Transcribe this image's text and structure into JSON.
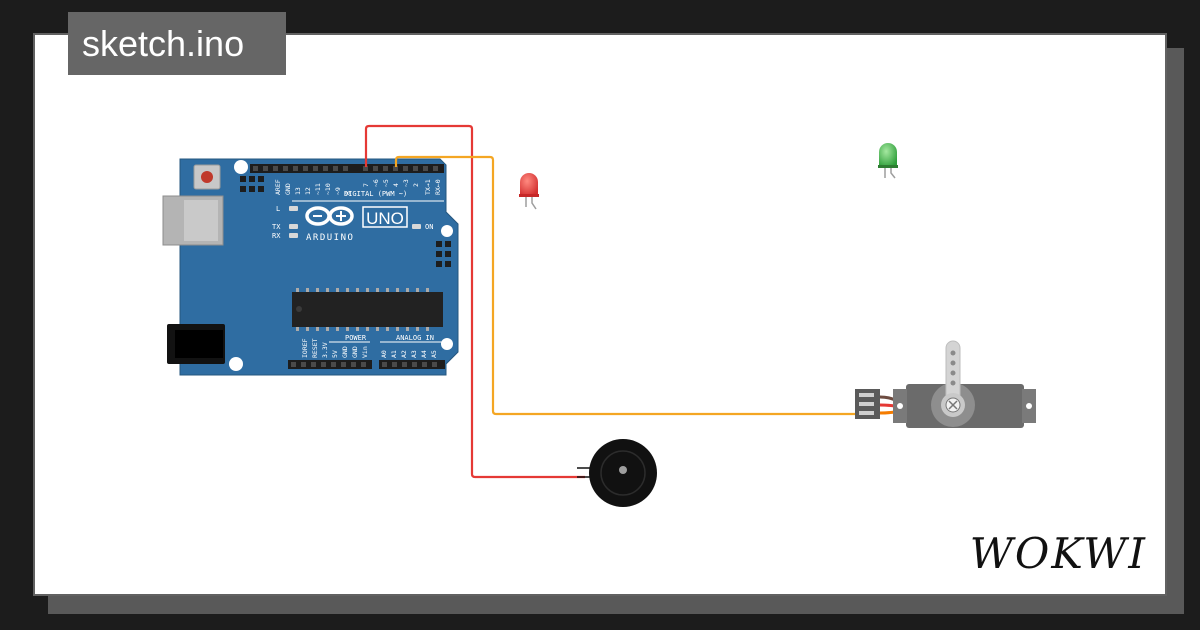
{
  "project": {
    "title": "sketch.ino"
  },
  "brand": {
    "logo_text": "WOKWI"
  },
  "board": {
    "model_label": "UNO",
    "brand_label": "ARDUINO",
    "digital_header_label": "DIGITAL (PWM ~)",
    "power_header_label": "POWER",
    "analog_header_label": "ANALOG IN",
    "led_l_label": "L",
    "led_tx_label": "TX",
    "led_rx_label": "RX",
    "led_on_label": "ON",
    "digital_pins": [
      "AREF",
      "GND",
      "13",
      "12",
      "~11",
      "~10",
      "~9",
      "8",
      "7",
      "~6",
      "~5",
      "4",
      "~3",
      "2",
      "TX→1",
      "RX←0"
    ],
    "power_pins": [
      "IOREF",
      "RESET",
      "3.3V",
      "5V",
      "GND",
      "GND",
      "Vin"
    ],
    "analog_pins": [
      "A0",
      "A1",
      "A2",
      "A3",
      "A4",
      "A5"
    ]
  },
  "colors": {
    "board": "#2f6da2",
    "wire_red": "#e53935",
    "wire_orange": "#f4a623",
    "led_red": "#e8413a",
    "led_green": "#3fbd4a",
    "buzzer": "#111111",
    "servo_body": "#6b6b6b"
  }
}
